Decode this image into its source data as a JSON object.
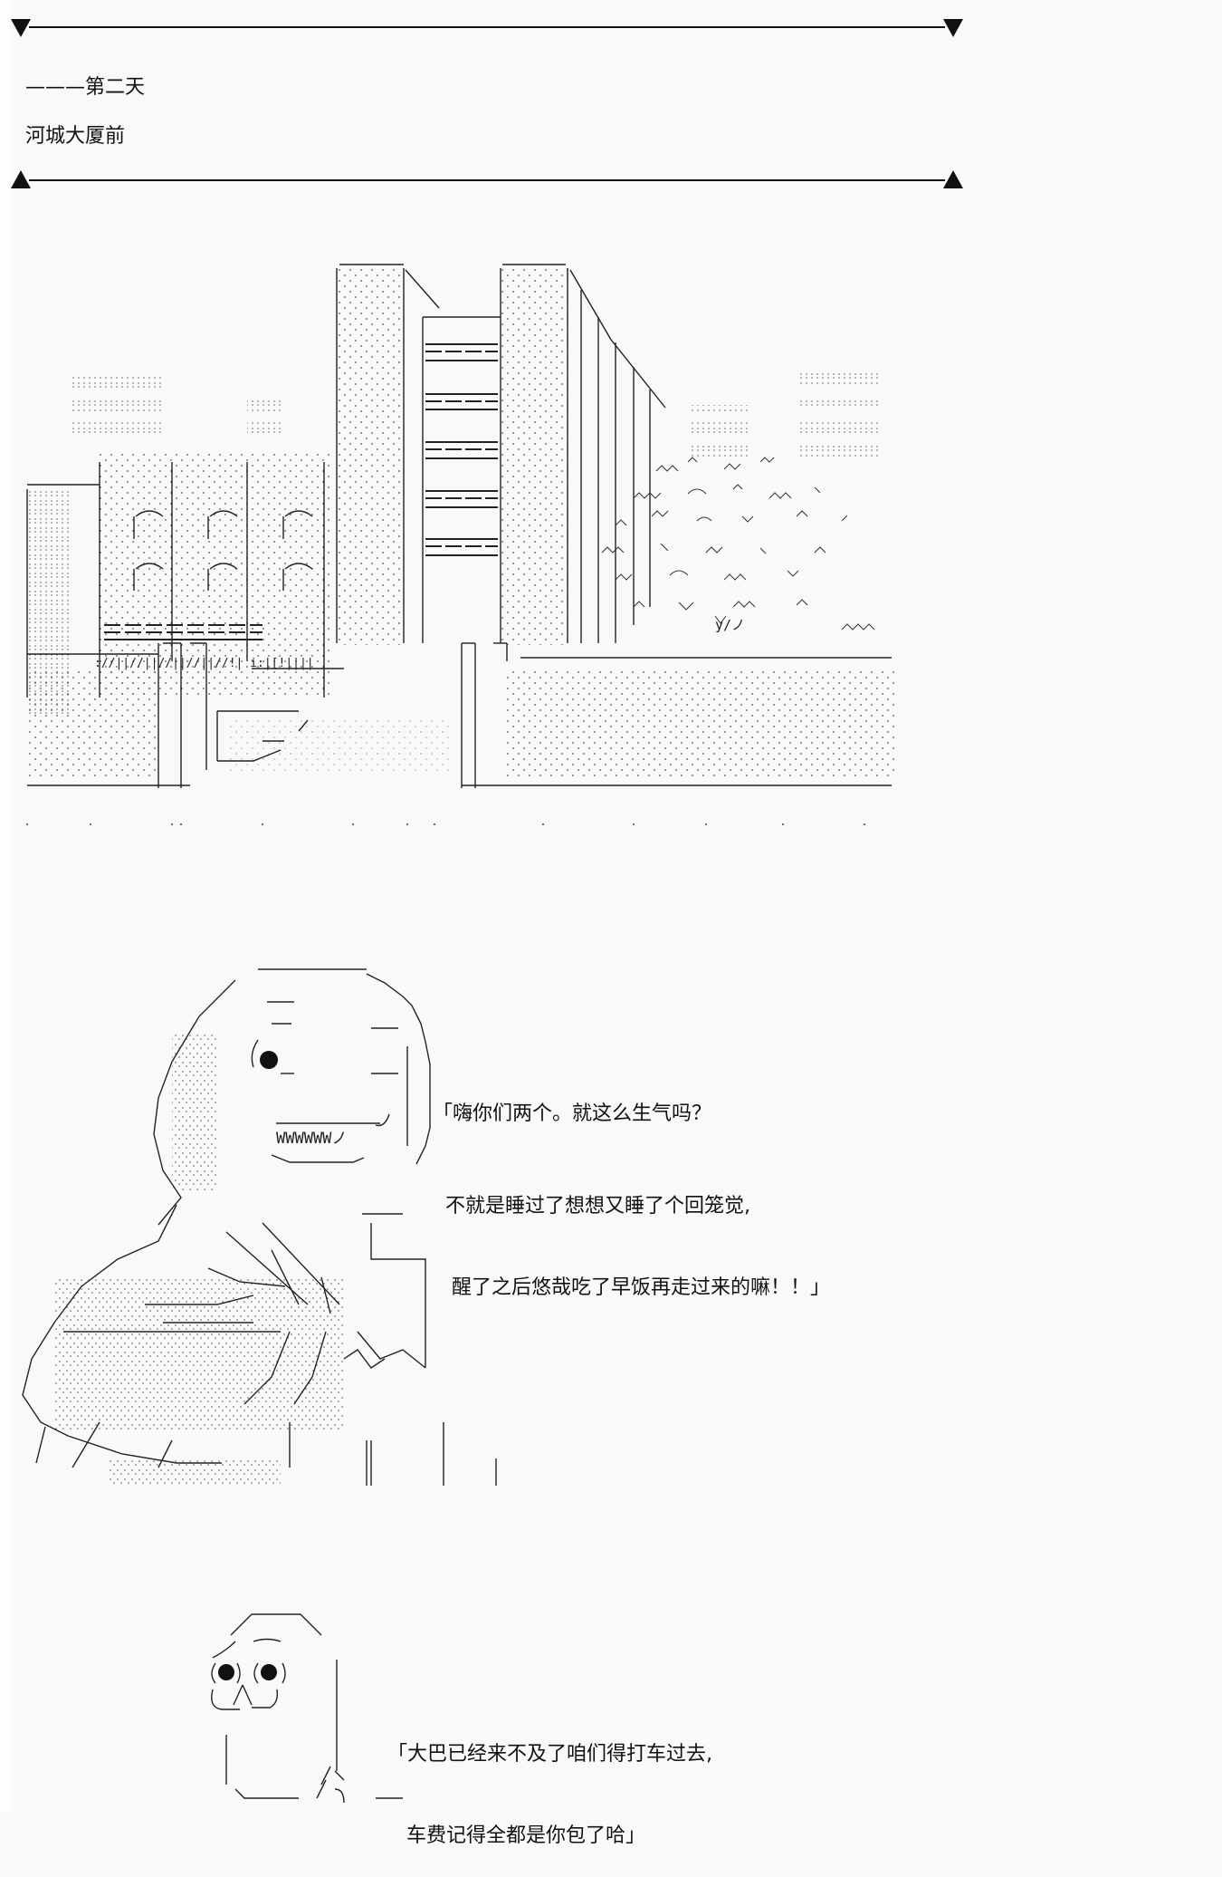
{
  "header": {
    "top_divider": {
      "left_icon": "triangle-down-icon",
      "right_icon": "triangle-down-icon"
    },
    "chapter_line": "———第二天",
    "location": "河城大厦前",
    "bottom_divider": {
      "left_icon": "triangle-up-icon",
      "right_icon": "triangle-up-icon"
    }
  },
  "scene1": {
    "description": "ASCII art of city buildings in front of the Kawashiro building"
  },
  "panel1": {
    "speaker_art": "grinning character with one dot eye and wide WWW mouth, arms crossed",
    "mouth_text": "WWWWWWノ",
    "lines": [
      "「嗨你们两个。就这么生气吗？",
      "  不就是睡过了想想又睡了个回笼觉,",
      "   醒了之后悠哉吃了早饭再走过来的嘛！！」"
    ]
  },
  "panel2": {
    "speaker_art": "small character with two dot eyes",
    "lines": [
      "「大巴已经来不及了咱们得打车过去,",
      "   车费记得全都是你包了哈」"
    ]
  },
  "colors": {
    "background": "#f9f9f9",
    "ink": "#111111"
  }
}
